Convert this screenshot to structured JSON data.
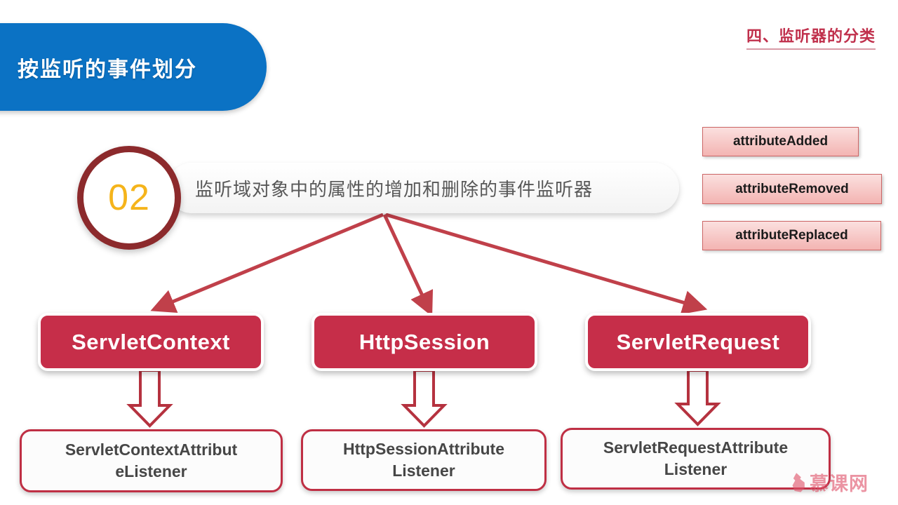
{
  "banner": {
    "title": "按监听的事件划分"
  },
  "section_header": {
    "text": "四、监听器的分类",
    "color": "#C0304C"
  },
  "pill": {
    "number": "02",
    "description": "监听域对象中的属性的增加和删除的事件监听器",
    "number_color": "#F5B41B",
    "circle_border_color": "#8C2A2C"
  },
  "event_badges": [
    {
      "label": "attributeAdded"
    },
    {
      "label": "attributeRemoved"
    },
    {
      "label": "attributeReplaced"
    }
  ],
  "scopes": [
    {
      "label": "ServletContext"
    },
    {
      "label": "HttpSession"
    },
    {
      "label": "ServletRequest"
    }
  ],
  "listeners": [
    {
      "line1": "ServletContextAttribut",
      "line2": "eListener"
    },
    {
      "line1": "HttpSessionAttribute",
      "line2": "Listener"
    },
    {
      "line1": "ServletRequestAttribute",
      "line2": "Listener"
    }
  ],
  "watermark": {
    "text": "慕课网"
  },
  "colors": {
    "banner_blue": "#0B72C4",
    "scope_red": "#C62E49",
    "arrow_red": "#C0404A",
    "listener_border": "#BF2F44",
    "badge_fill_top": "#FBE0DF",
    "badge_fill_bottom": "#F3B4B2"
  }
}
